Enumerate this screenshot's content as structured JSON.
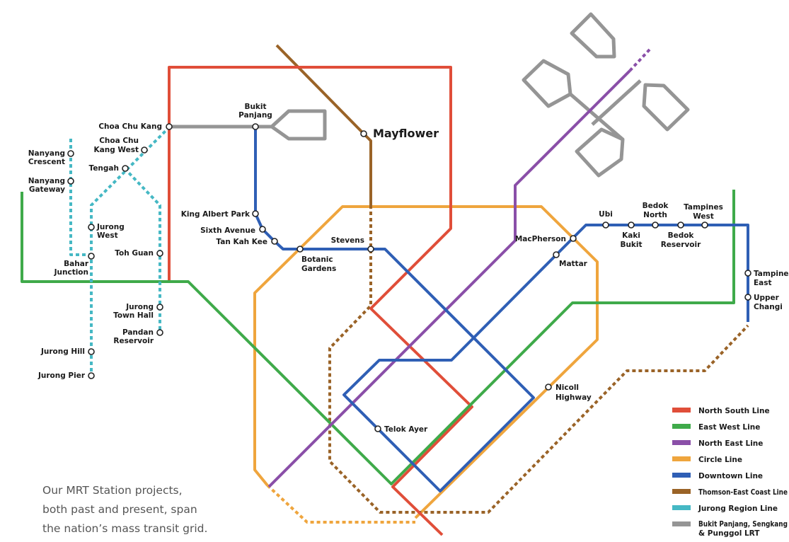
{
  "caption": [
    "Our MRT Station projects,",
    "both past and present, span",
    "the nation’s mass transit grid."
  ],
  "lines": {
    "ns": {
      "name": "North South Line",
      "color": "#e04e39"
    },
    "ew": {
      "name": "East West Line",
      "color": "#3faa4a"
    },
    "ne": {
      "name": "North East Line",
      "color": "#8a4fa8"
    },
    "cc": {
      "name": "Circle Line",
      "color": "#efa53d"
    },
    "dt": {
      "name": "Downtown Line",
      "color": "#2f5fb5"
    },
    "te": {
      "name": "Thomson-East Coast Line",
      "color": "#9a6327"
    },
    "jr": {
      "name": "Jurong Region Line",
      "color": "#45b8c4"
    },
    "lrt": {
      "name": "Bukit Panjang, Sengkang & Punggol LRT",
      "color": "#959595"
    }
  },
  "legend": [
    {
      "key": "ns",
      "label": "North South Line"
    },
    {
      "key": "ew",
      "label": "East West Line"
    },
    {
      "key": "ne",
      "label": "North East Line"
    },
    {
      "key": "cc",
      "label": "Circle Line"
    },
    {
      "key": "dt",
      "label": "Downtown Line"
    },
    {
      "key": "te",
      "label": "Thomson-East Coast Line"
    },
    {
      "key": "jr",
      "label": "Jurong Region Line"
    },
    {
      "key": "lrt",
      "label": "Bukit Panjang, Sengkang",
      "label2": "& Punggol LRT"
    }
  ],
  "stations": {
    "choa_chu_kang": "Choa Chu Kang",
    "choa_chu_kang_west_1": "Choa Chu",
    "choa_chu_kang_west_2": "Kang West",
    "tengah": "Tengah",
    "nanyang_crescent_1": "Nanyang",
    "nanyang_crescent_2": "Crescent",
    "nanyang_gateway_1": "Nanyang",
    "nanyang_gateway_2": "Gateway",
    "jurong_west_1": "Jurong",
    "jurong_west_2": "West",
    "bahar_junction_1": "Bahar",
    "bahar_junction_2": "Junction",
    "toh_guan": "Toh Guan",
    "jurong_town_hall_1": "Jurong",
    "jurong_town_hall_2": "Town Hall",
    "pandan_reservoir_1": "Pandan",
    "pandan_reservoir_2": "Reservoir",
    "jurong_hill": "Jurong Hill",
    "jurong_pier": "Jurong Pier",
    "bukit_panjang_1": "Bukit",
    "bukit_panjang_2": "Panjang",
    "mayflower": "Mayflower",
    "king_albert_park": "King Albert Park",
    "sixth_avenue": "Sixth Avenue",
    "tan_kah_kee": "Tan Kah Kee",
    "botanic_gardens_1": "Botanic",
    "botanic_gardens_2": "Gardens",
    "stevens": "Stevens",
    "macpherson": "MacPherson",
    "mattar": "Mattar",
    "ubi": "Ubi",
    "kaki_bukit_1": "Kaki",
    "kaki_bukit_2": "Bukit",
    "bedok_north_1": "Bedok",
    "bedok_north_2": "North",
    "bedok_reservoir_1": "Bedok",
    "bedok_reservoir_2": "Reservoir",
    "tampines_west_1": "Tampines",
    "tampines_west_2": "West",
    "tampines_east_1": "Tampines",
    "tampines_east_2": "East",
    "upper_changi_1": "Upper",
    "upper_changi_2": "Changi",
    "nicoll_highway_1": "Nicoll",
    "nicoll_highway_2": "Highway",
    "telok_ayer": "Telok Ayer"
  }
}
